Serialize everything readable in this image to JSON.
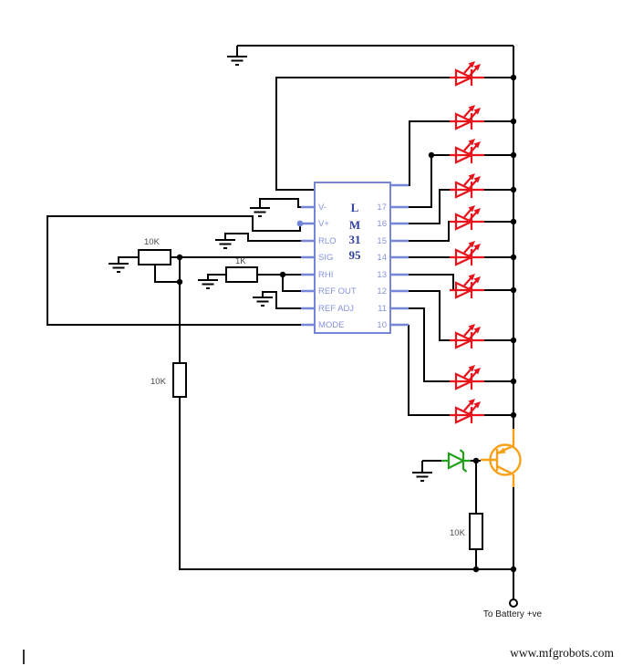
{
  "ic": {
    "part_lines": [
      "L",
      "M",
      "31",
      "95"
    ],
    "left_pins": [
      "V-",
      "V+",
      "RLO",
      "SIG",
      "RHI",
      "REF OUT",
      "REF ADJ",
      "MODE"
    ],
    "right_pins": [
      "17",
      "16",
      "15",
      "14",
      "13",
      "12",
      "11",
      "10"
    ]
  },
  "resistors": {
    "pot_value": "10K",
    "signal_resistor_value": "1K",
    "left_resistor_value": "10K",
    "bottom_resistor_value": "10K"
  },
  "leds": {
    "count": 10
  },
  "labels": {
    "battery": "To Battery +ve",
    "watermark": "www.mfgrobots.com"
  },
  "colors": {
    "wire": "#000000",
    "ic_blue": "#7586d8",
    "pin_text": "#8693dc",
    "part_text": "#31409e",
    "led_red": "#e8131c",
    "diode_green": "#22a01e",
    "transistor_orange": "#f7a11a",
    "label_gray": "#4a4a4a"
  }
}
